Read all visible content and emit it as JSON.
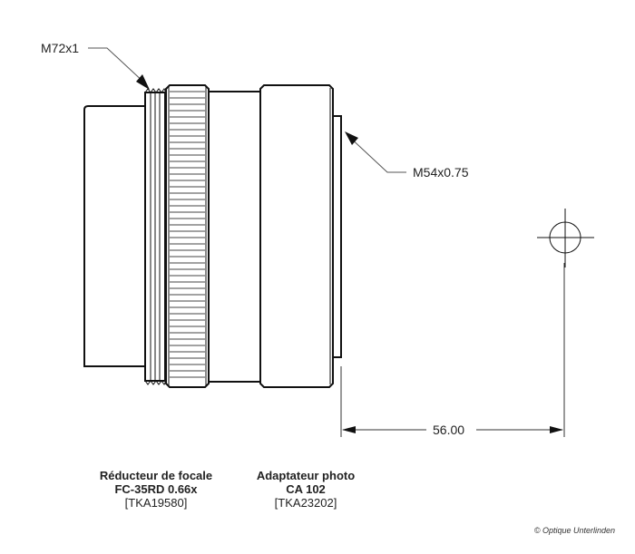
{
  "annotations": {
    "thread_left": "M72x1",
    "thread_right": "M54x0.75",
    "dimension": "56.00"
  },
  "parts": [
    {
      "name": "Réducteur de focale",
      "model": "FC-35RD 0.66x",
      "ref": "[TKA19580]"
    },
    {
      "name": "Adaptateur photo",
      "model": "CA 102",
      "ref": "[TKA23202]"
    }
  ],
  "copyright": "© Optique Unterlinden",
  "colors": {
    "line": "#111111",
    "leader": "#555555"
  }
}
